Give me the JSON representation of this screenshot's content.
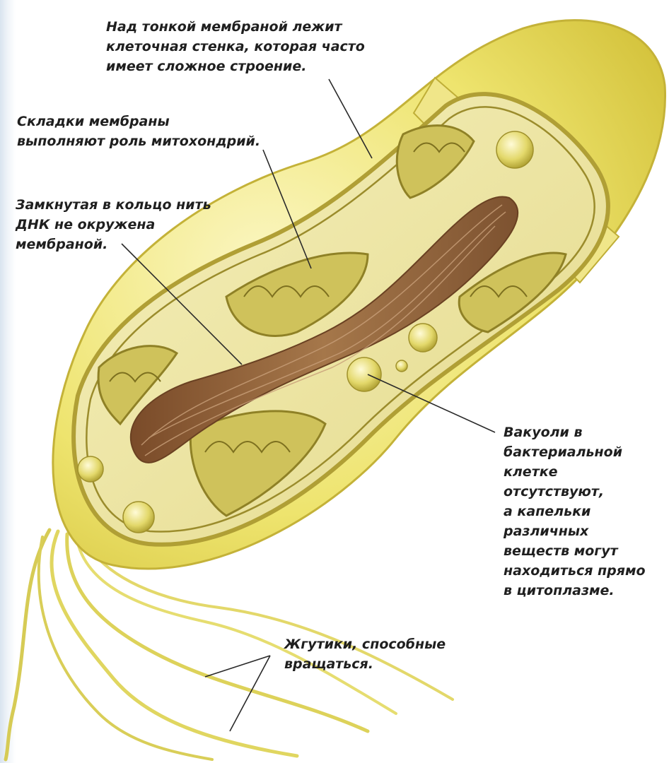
{
  "colors": {
    "outer_wall": "#e9df5a",
    "outer_wall_light": "#f6f0a0",
    "wall_edge": "#c9b93a",
    "membrane": "#b9a73a",
    "cytoplasm": "#f2ebaa",
    "cytoplasm_dark": "#d6c96c",
    "mitochondria_fold": "#a99a30",
    "dna_brown": "#8a5a33",
    "dna_light": "#b98a5c",
    "granule": "#e6dd77",
    "flagella": "#ddd15a",
    "leader_line": "#2a2a2a",
    "text": "#1f1f1f"
  },
  "labels": {
    "cell_wall": {
      "lines": [
        "Над тонкой мембраной лежит",
        "клеточная стенка, которая часто",
        "имеет сложное строение."
      ]
    },
    "membrane_folds": {
      "lines": [
        "Складки мембраны",
        "выполняют роль митохондрий."
      ]
    },
    "dna": {
      "lines": [
        "Замкнутая в кольцо нить",
        "ДНК не окружена",
        "мембраной."
      ]
    },
    "vacuoles": {
      "lines": [
        "Вакуоли в",
        "бактериальной",
        "клетке",
        "отсутствуют,",
        "а капельки",
        "различных",
        "веществ могут",
        "находиться прямо",
        "в цитоплазме."
      ]
    },
    "flagella": {
      "lines": [
        "Жгутики, способные",
        "вращаться."
      ]
    }
  },
  "icons": [
    "bacterium-cell-illustration",
    "dna-strand",
    "mitochondrial-folds",
    "granules",
    "flagella"
  ]
}
